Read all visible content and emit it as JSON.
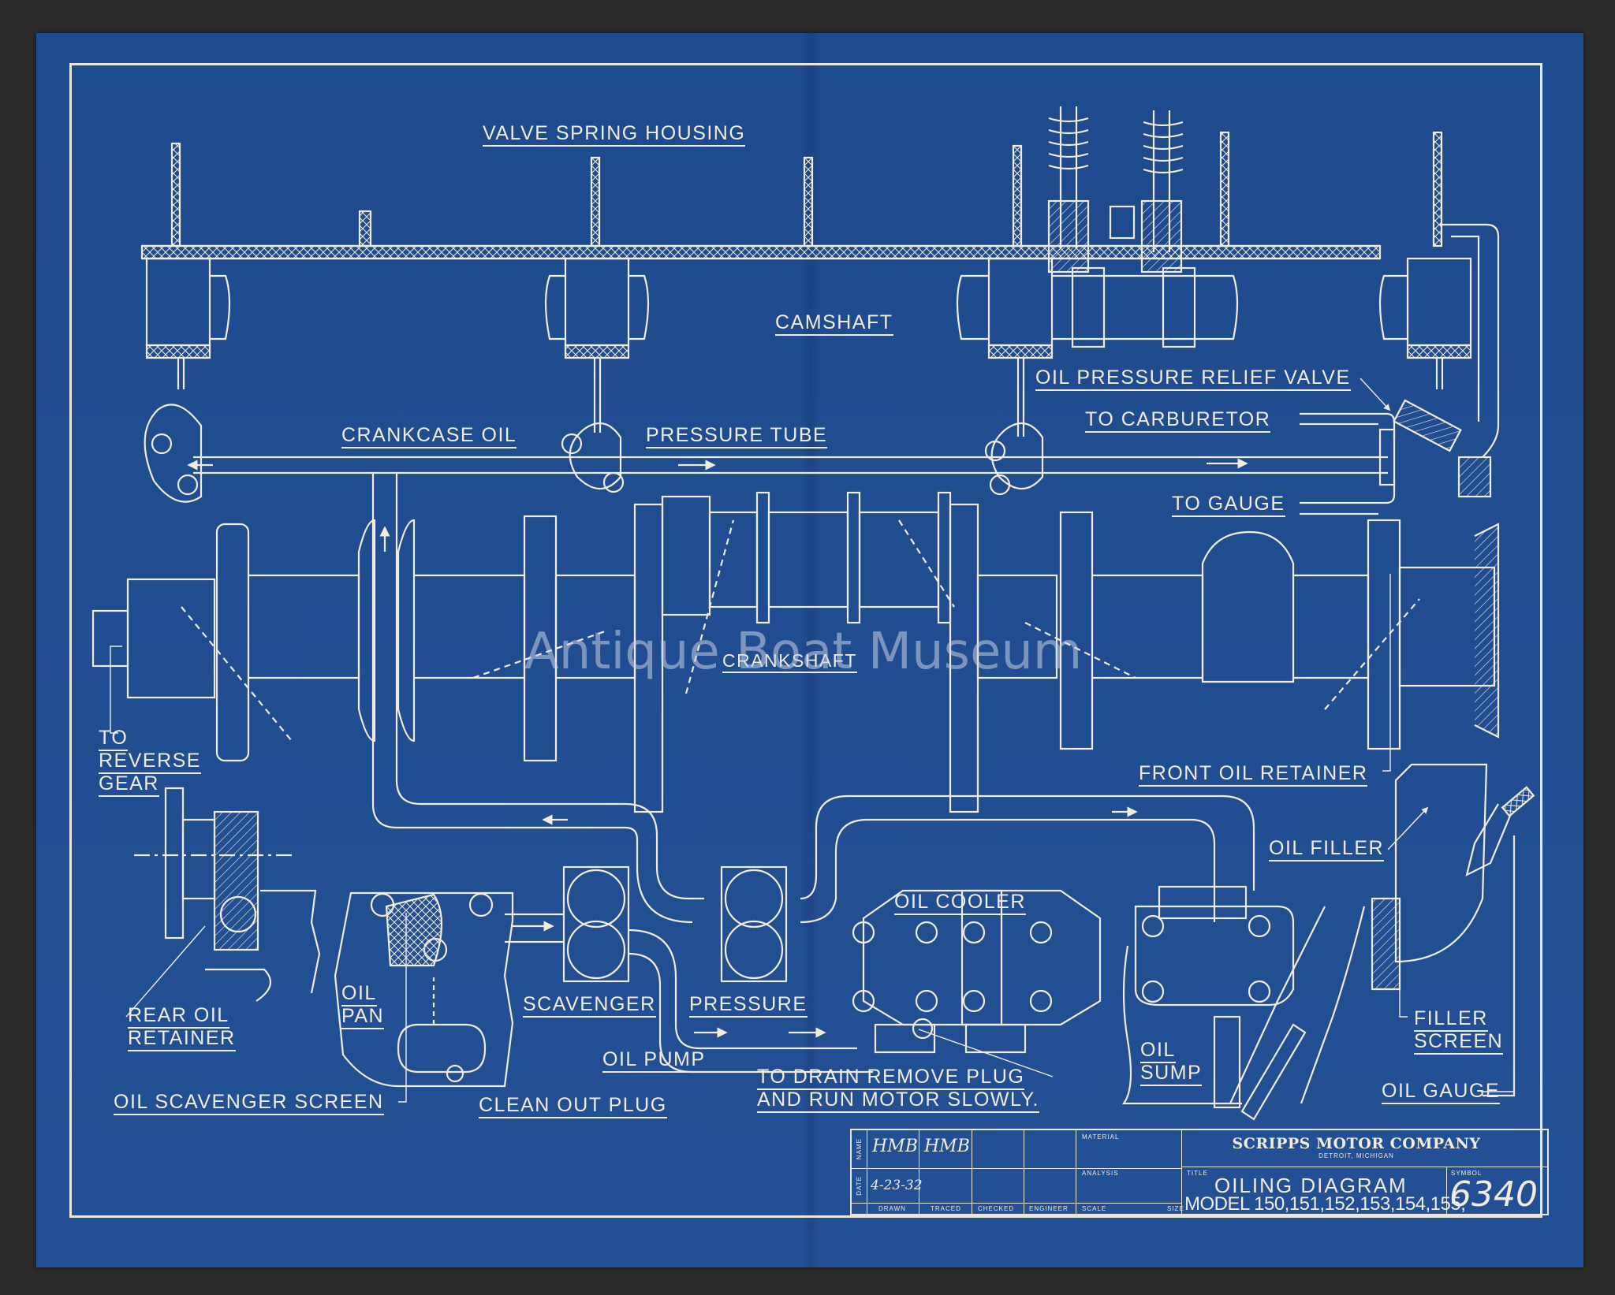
{
  "drawing": {
    "title_labels": {
      "valve_spring_housing": "VALVE SPRING HOUSING",
      "camshaft": "CAMSHAFT",
      "oil_pressure_relief_valve": "OIL PRESSURE RELIEF VALVE",
      "to_carburetor": "TO CARBURETOR",
      "crankcase_oil": "CRANKCASE OIL",
      "pressure_tube": "PRESSURE TUBE",
      "to_gauge": "TO GAUGE",
      "crankshaft": "CRANKSHAFT",
      "to_reverse_gear": [
        "TO",
        "REVERSE",
        "GEAR"
      ],
      "front_oil_retainer": "FRONT OIL RETAINER",
      "oil_filler": "OIL FILLER",
      "oil_cooler": "OIL COOLER",
      "rear_oil_retainer": [
        "REAR OIL",
        "RETAINER"
      ],
      "oil_pan": [
        "OIL",
        "PAN"
      ],
      "scavenger": "SCAVENGER",
      "pressure": "PRESSURE",
      "oil_pump": "OIL PUMP",
      "to_drain": [
        "TO DRAIN REMOVE PLUG",
        "AND RUN MOTOR SLOWLY."
      ],
      "oil_sump": [
        "OIL",
        "SUMP"
      ],
      "filler_screen": [
        "FILLER",
        "SCREEN"
      ],
      "oil_gauge": "OIL GAUGE",
      "oil_scavenger_screen": "OIL SCAVENGER SCREEN",
      "clean_out_plug": "CLEAN OUT PLUG"
    },
    "watermark": "Antique Boat Museum",
    "colors": {
      "paper": "#1f4c92",
      "line": "#f1ece0",
      "background": "#2c2a2b"
    }
  },
  "title_block": {
    "row_labels": {
      "name": "NAME",
      "date": "DATE"
    },
    "column_labels": [
      "DRAWN",
      "TRACED",
      "CHECKED",
      "ENGINEER",
      "SCALE",
      "SIZE"
    ],
    "drawn_name": "HMB",
    "traced_name": "HMB",
    "date": "4-23-32",
    "material_label": "MATERIAL",
    "analysis_label": "ANALYSIS",
    "company": "SCRIPPS MOTOR COMPANY",
    "city": "DETROIT, MICHIGAN",
    "title_label": "TITLE",
    "title_line1": "OILING DIAGRAM",
    "title_line2": "MODEL 150,151,152,153,154,155,",
    "symbol_label": "SYMBOL",
    "symbol": "6340"
  }
}
